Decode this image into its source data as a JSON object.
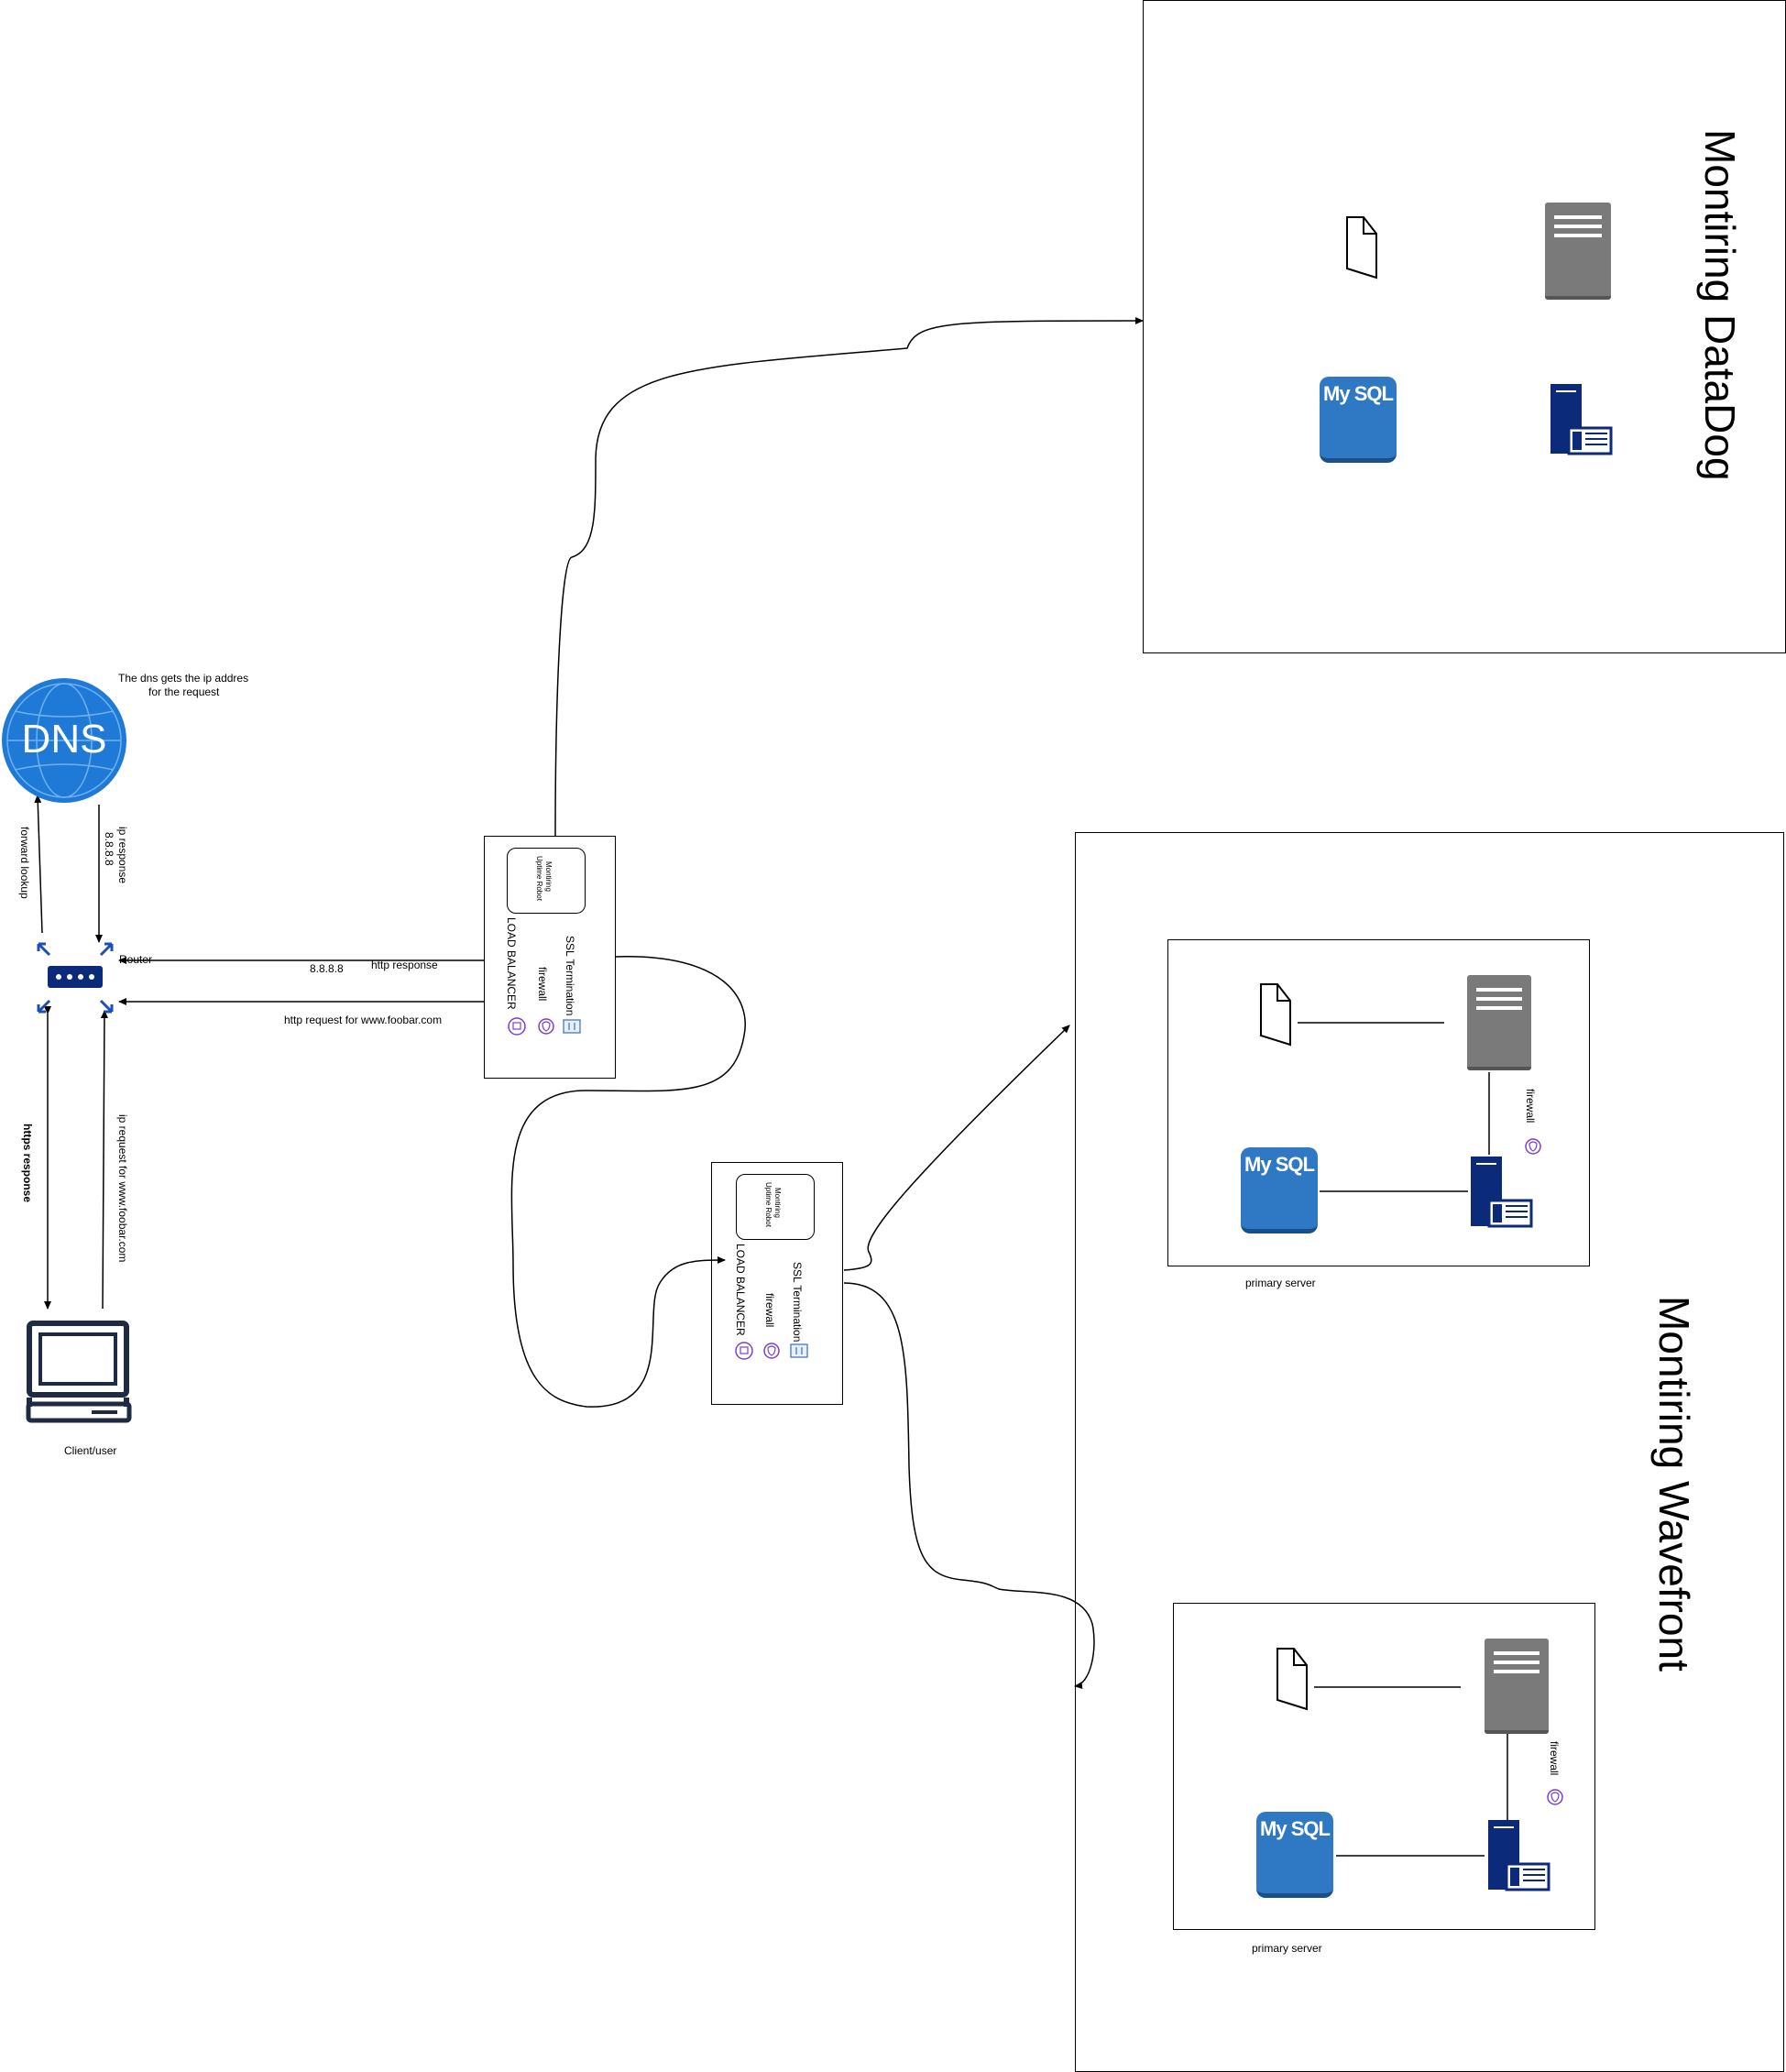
{
  "dns": {
    "icon_text": "DNS",
    "note_line1": "The dns gets the ip addres",
    "note_line2": "for the request"
  },
  "labels": {
    "forward_lookup": "forward lookup",
    "ip_response": "ip response",
    "ip_response_value": "8.8.8.8",
    "router": "Router",
    "http_response": "http response",
    "http_response_ip": "8.8.8.8",
    "http_request": "http request  for www.foobar.com",
    "https_response": "https response",
    "ip_request": "ip request   for www.foobar.com",
    "client": "Client/user"
  },
  "load_balancer_1": {
    "monitoring_line1": "Montiring",
    "monitoring_line2": "Uptime Robot",
    "name": "LOAD BALANCER",
    "ssl": "SSL Termination",
    "firewall": "firewall"
  },
  "load_balancer_2": {
    "monitoring_line1": "Montiring",
    "monitoring_line2": "Uptime Robot",
    "name": "LOAD BALANCER",
    "ssl": "SSL Termination",
    "firewall": "firewall"
  },
  "datadog": {
    "title": "Montiring DataDog",
    "mysql_label": "My SQL"
  },
  "wavefront": {
    "title": "Montiring Wavefront",
    "server1_label": "primary server",
    "server1_firewall": "firewall",
    "server1_mysql": "My SQL",
    "server2_label": "primary server",
    "server2_firewall": "firewall",
    "server2_mysql": "My SQL"
  },
  "colors": {
    "dns_blue": "#1e7ad6",
    "router_navy": "#0b2a7a",
    "mysql_blue": "#2f78c4",
    "server_gray": "#7a7a7a",
    "firewall_purple": "#7b3fd0"
  },
  "icons": [
    "dns-icon",
    "router-icon",
    "computer-icon",
    "file-icon",
    "server-icon",
    "mysql-icon",
    "web-server-icon",
    "firewall-icon",
    "robot-icon",
    "ssl-icon"
  ]
}
